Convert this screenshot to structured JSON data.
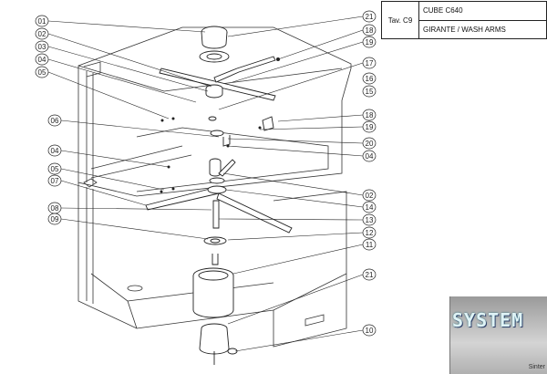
{
  "title_block": {
    "sheet": "Tav. C9",
    "model": "CUBE C640",
    "description": "GIRANTE / WASH ARMS"
  },
  "logo": {
    "text": "SYSTEM",
    "subtext": "Sinter"
  },
  "callouts_left": [
    "01",
    "02",
    "03",
    "04",
    "05",
    "06",
    "04",
    "05",
    "07",
    "08",
    "09"
  ],
  "callouts_right": [
    "21",
    "18",
    "19",
    "17",
    "16",
    "15",
    "18",
    "19",
    "20",
    "04",
    "02",
    "14",
    "13",
    "12",
    "11",
    "21",
    "10"
  ],
  "colors": {
    "line": "#222222",
    "background": "#ffffff"
  }
}
